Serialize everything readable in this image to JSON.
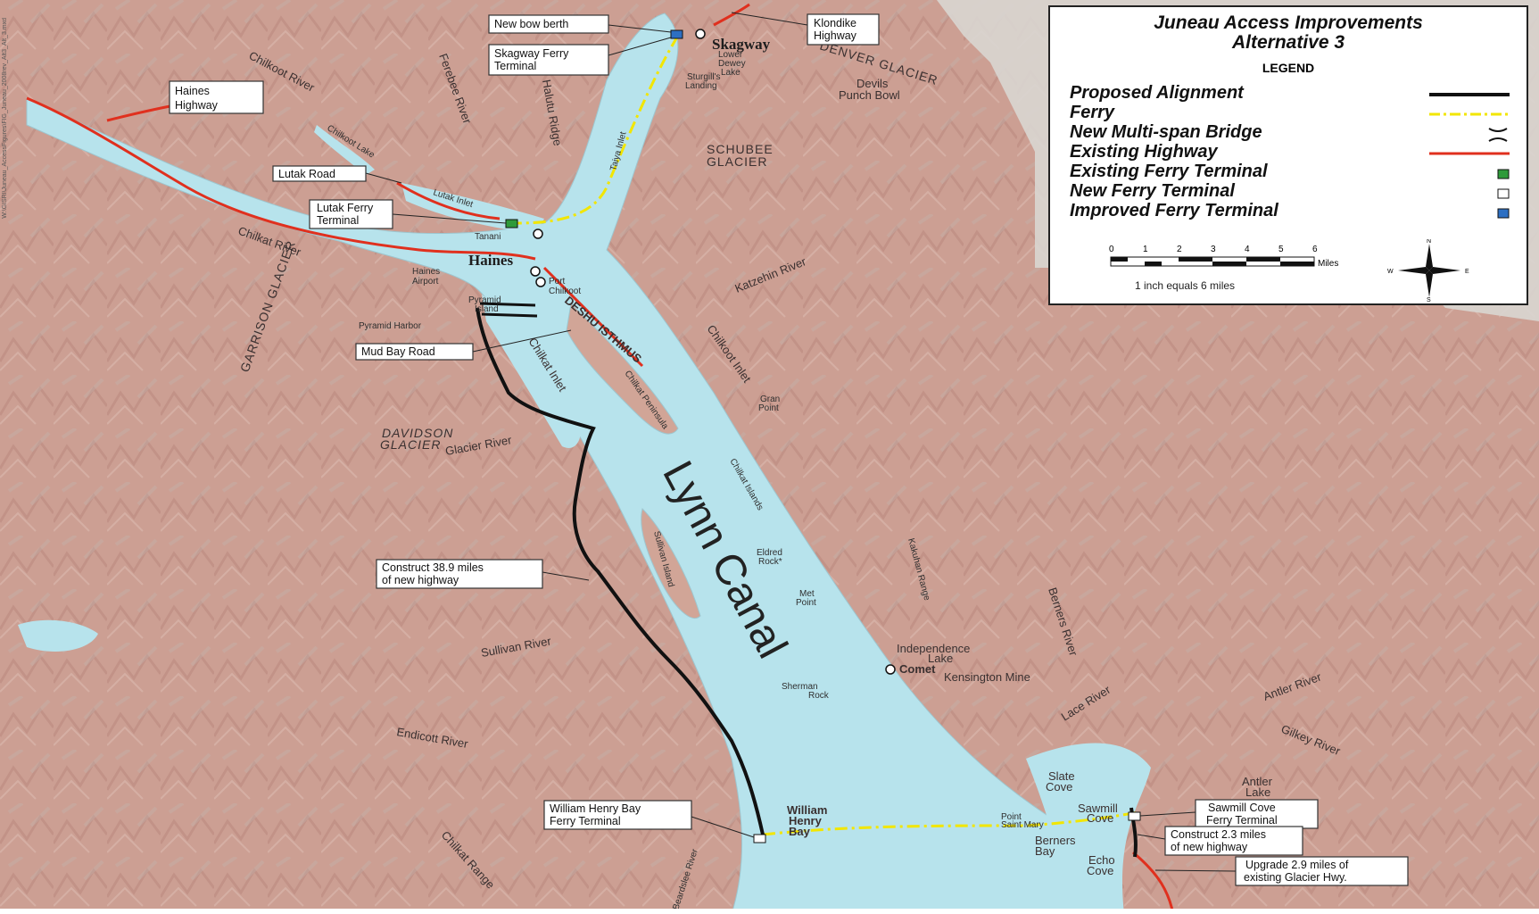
{
  "legend": {
    "title_line1": "Juneau Access Improvements",
    "title_line2": "Alternative 3",
    "heading": "LEGEND",
    "items": [
      {
        "label": "Proposed Alignment",
        "color": "#111111"
      },
      {
        "label": "Ferry",
        "color": "#f2e600"
      },
      {
        "label": "New Multi-span Bridge",
        "color": "#111111"
      },
      {
        "label": "Existing Highway",
        "color": "#e0301e"
      },
      {
        "label": "Existing Ferry Terminal",
        "color": "#2e9a3a"
      },
      {
        "label": "New Ferry Terminal",
        "color": "#ffffff"
      },
      {
        "label": "Improved Ferry Terminal",
        "color": "#2d6fc2"
      }
    ],
    "scale_ticks": [
      "0",
      "1",
      "2",
      "3",
      "4",
      "5",
      "6"
    ],
    "scale_unit": "Miles",
    "scale_caption": "1 inch equals 6 miles",
    "compass": {
      "n": "N",
      "s": "S",
      "e": "E",
      "w": "W"
    }
  },
  "side_text": "W:\\GISRI\\Juneau_AccessFigures\\FIG_Juneau_2008rev_Alt3_Alt_3.mxd",
  "callouts": {
    "new_bow_berth": "New bow berth",
    "klondike_1": "Klondike",
    "klondike_2": "Highway",
    "skagway_ferry_1": "Skagway Ferry",
    "skagway_ferry_2": "Terminal",
    "haines_hwy_1": "Haines",
    "haines_hwy_2": "Highway",
    "lutak_road": "Lutak Road",
    "lutak_ferry_1": "Lutak Ferry",
    "lutak_ferry_2": "Terminal",
    "mud_bay_road": "Mud Bay Road",
    "construct_389_1": "Construct 38.9 miles",
    "construct_389_2": "of new highway",
    "whb_ferry_1": "William Henry Bay",
    "whb_ferry_2": "Ferry Terminal",
    "sawmill_ferry_1": "Sawmill Cove",
    "sawmill_ferry_2": "Ferry Terminal",
    "construct_23_1": "Construct 2.3 miles",
    "construct_23_2": "of new highway",
    "upgrade_29_1": "Upgrade 2.9 miles of",
    "upgrade_29_2": "existing Glacier Hwy."
  },
  "places": {
    "skagway": "Skagway",
    "haines": "Haines",
    "tanani": "Tanani",
    "haines_airport_1": "Haines",
    "haines_airport_2": "Airport",
    "port_chilkoot_1": "Port",
    "port_chilkoot_2": "Chilkoot",
    "pyramid_island_1": "Pyramid",
    "pyramid_island_2": "Island",
    "pyramid_harbor": "Pyramid Harbor",
    "deshu_isthmus": "DESHU ISTHMUS",
    "comet": "Comet",
    "kensington_mine": "Kensington Mine",
    "lynn_canal": "Lynn Canal",
    "sturgills_1": "Sturgill's",
    "sturgills_2": "Landing",
    "lower_dewey_1": "Lower",
    "lower_dewey_2": "Dewey",
    "lower_dewey_3": "Lake",
    "devils_1": "Devils",
    "devils_2": "Punch Bowl",
    "denver_glacier": "DENVER GLACIER",
    "schubee_1": "SCHUBEE",
    "schubee_2": "GLACIER",
    "chilkoot_river": "Chilkoot River",
    "ferebee_river": "Ferebee River",
    "halutu_ridge": "Halutu Ridge",
    "taiya_inlet": "Taiya Inlet",
    "chilkoot_lake": "Chilkoot Lake",
    "lutak_inlet": "Lutak Inlet",
    "chilkat_river": "Chilkat River",
    "garrison_glacier": "GARRISON GLACIER",
    "katzehin_river": "Katzehin River",
    "chilkoot_inlet": "Chilkoot Inlet",
    "chilkat_inlet": "Chilkat Inlet",
    "chilkat_peninsula": "Chilkat Peninsula",
    "gran_point_1": "Gran",
    "gran_point_2": "Point",
    "davidson_1": "DAVIDSON",
    "davidson_2": "GLACIER",
    "glacier_river": "Glacier River",
    "chilkat_islands": "Chilkat Islands",
    "sullivan_island": "Sullivan Island",
    "eldred_1": "Eldred",
    "eldred_2": "Rock*",
    "met_point_1": "Met",
    "met_point_2": "Point",
    "kakuhan_range": "Kakuhan Range",
    "berners_river": "Berners River",
    "independence_1": "Independence",
    "independence_2": "Lake",
    "sherman_1": "Sherman",
    "sherman_2": "Rock",
    "sullivan_river": "Sullivan River",
    "endicott_river": "Endicott River",
    "lace_river": "Lace River",
    "antler_river": "Antler River",
    "gilkey_river": "Gilkey River",
    "slate_cove_1": "Slate",
    "slate_cove_2": "Cove",
    "antler_lake_1": "Antler",
    "antler_lake_2": "Lake",
    "sawmill_cove_1": "Sawmill",
    "sawmill_cove_2": "Cove",
    "point_st_mary_1": "Point",
    "point_st_mary_2": "Saint Mary",
    "william_henry_1": "William",
    "william_henry_2": "Henry",
    "william_henry_3": "Bay",
    "berners_bay_1": "Berners",
    "berners_bay_2": "Bay",
    "echo_cove_1": "Echo",
    "echo_cove_2": "Cove",
    "chilkat_range": "Chilkat Range",
    "beardslee_river": "Beardslee River"
  }
}
